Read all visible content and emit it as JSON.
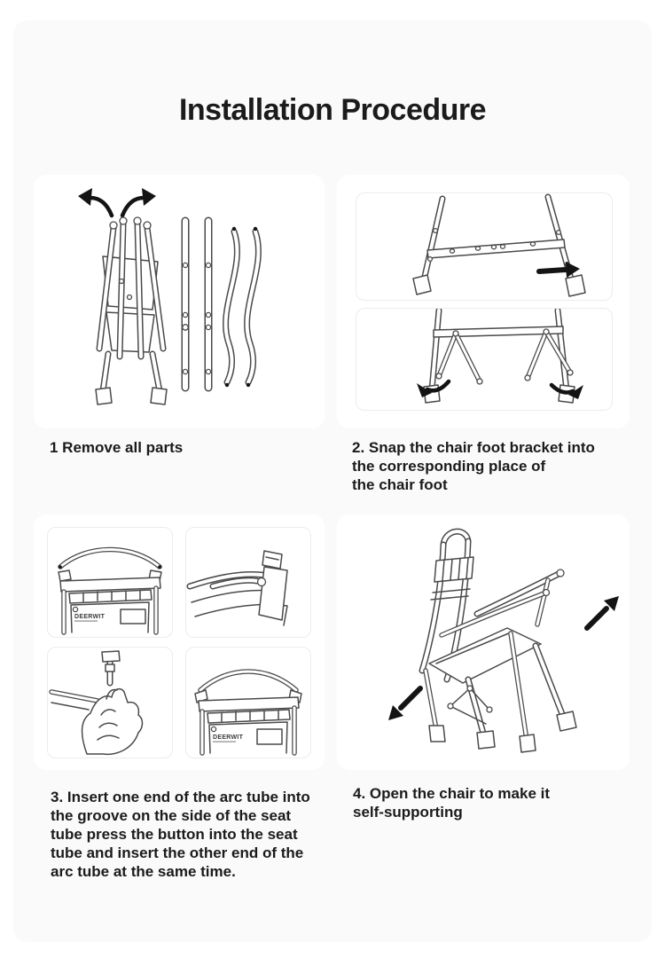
{
  "page": {
    "title": "Installation Procedure"
  },
  "steps": [
    {
      "number": "1",
      "caption": "1 Remove all parts"
    },
    {
      "number": "2",
      "caption": "2. Snap the chair foot bracket into\nthe corresponding place of\nthe chair foot"
    },
    {
      "number": "3",
      "caption": "3. Insert one end of the arc tube into\nthe groove on the side of the seat\ntube press the button into the seat\ntube and insert the other end of the\narc tube at the same time."
    },
    {
      "number": "4",
      "caption": "4. Open the chair to make it\nself-supporting"
    }
  ],
  "illustrations": {
    "logo_text": "DEERWIT"
  },
  "colors": {
    "page_background": "#ffffff",
    "card_background": "#fafafa",
    "panel_background": "#ffffff",
    "text": "#1b1b1b",
    "line_art": "#4a4a4a",
    "arrow": "#141414"
  }
}
